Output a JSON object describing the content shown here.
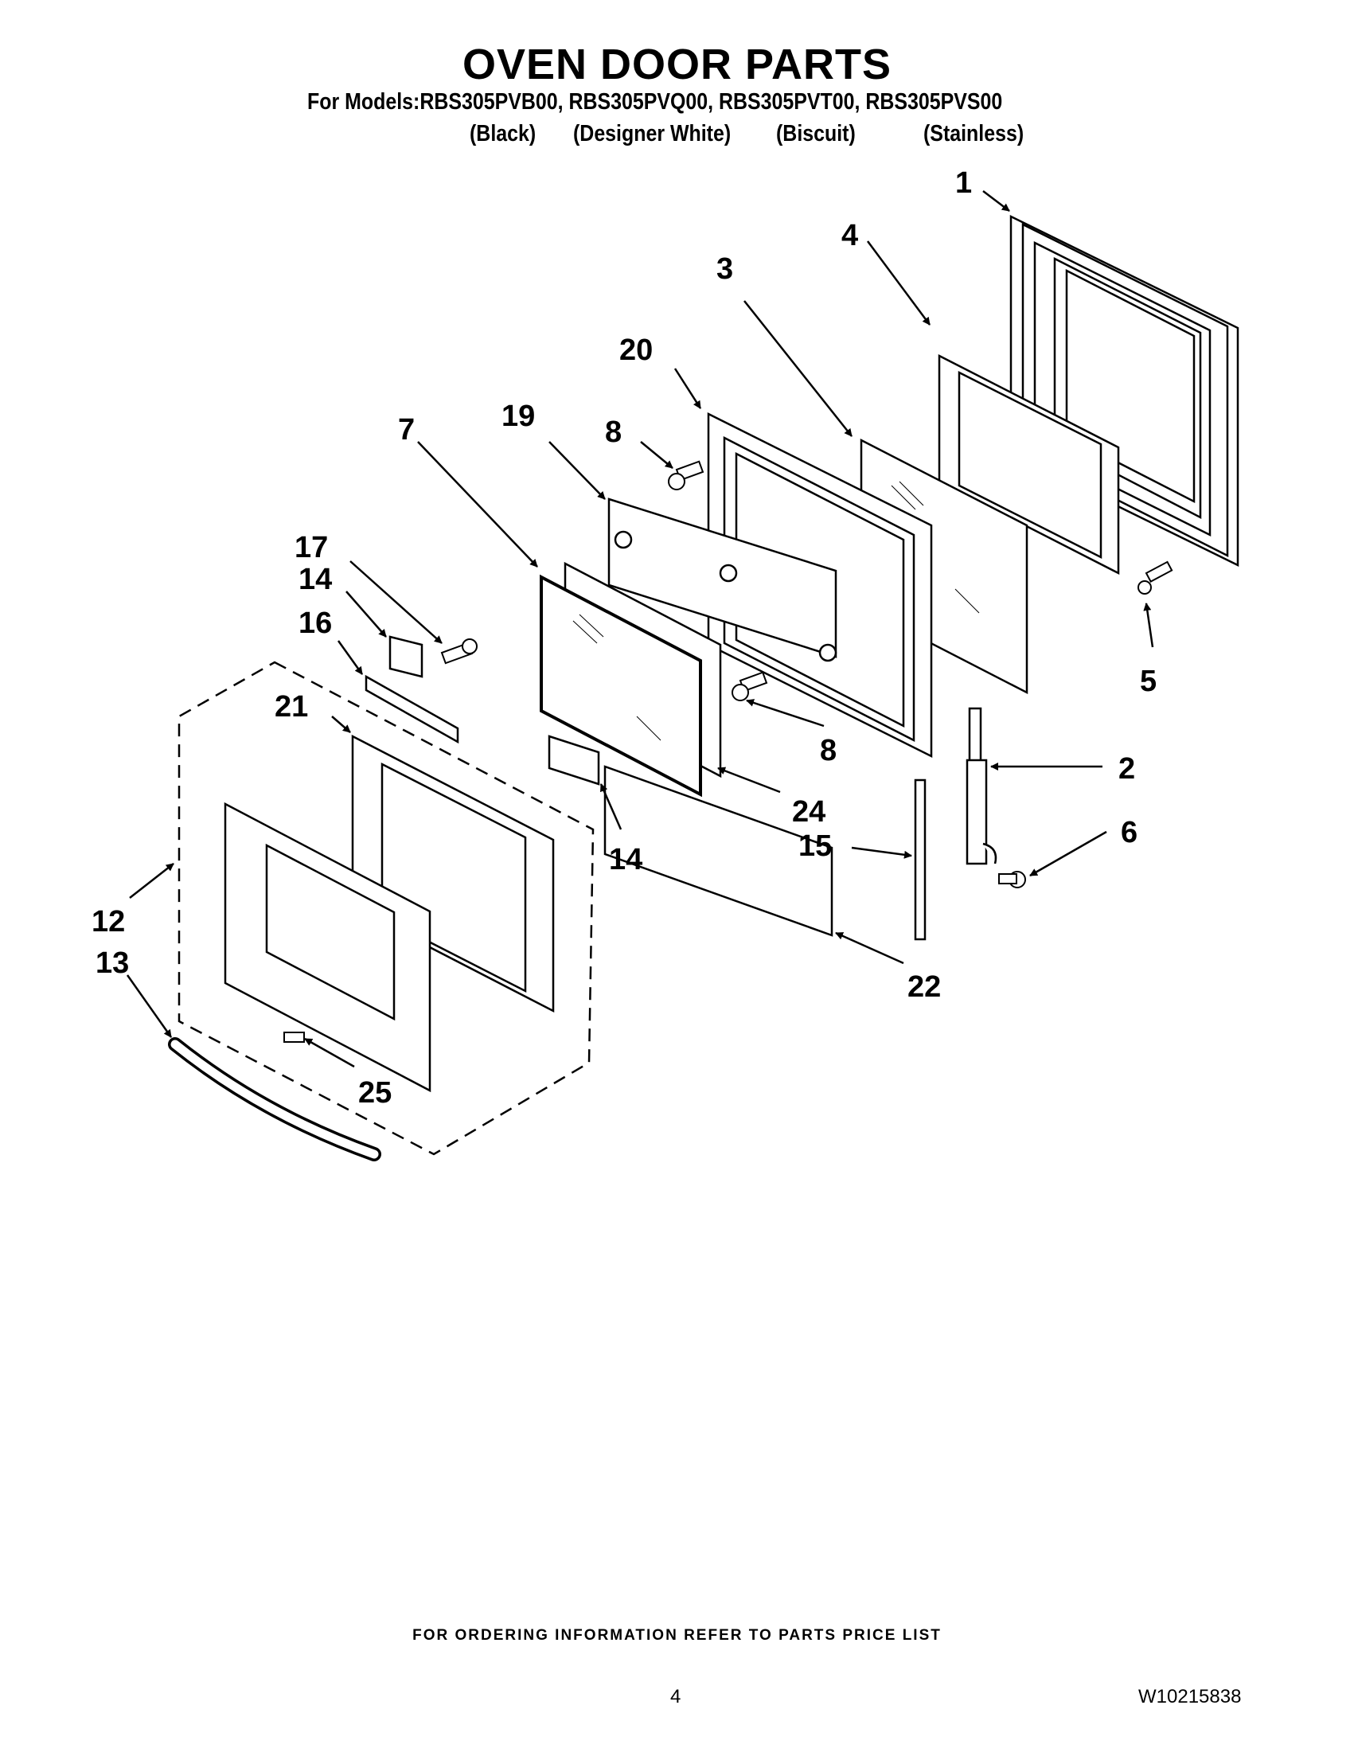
{
  "title": "OVEN DOOR PARTS",
  "models_line": "For Models:RBS305PVB00, RBS305PVQ00, RBS305PVT00, RBS305PVS00",
  "variants": [
    "(Black)",
    "(Designer White)",
    "(Biscuit)",
    "(Stainless)"
  ],
  "callouts": [
    "1",
    "2",
    "3",
    "4",
    "5",
    "6",
    "7",
    "8",
    "8",
    "12",
    "13",
    "14",
    "14",
    "15",
    "16",
    "17",
    "19",
    "20",
    "21",
    "22",
    "24",
    "25"
  ],
  "footer_note": "FOR ORDERING INFORMATION REFER TO PARTS PRICE LIST",
  "page_number": "4",
  "document_number": "W10215838"
}
